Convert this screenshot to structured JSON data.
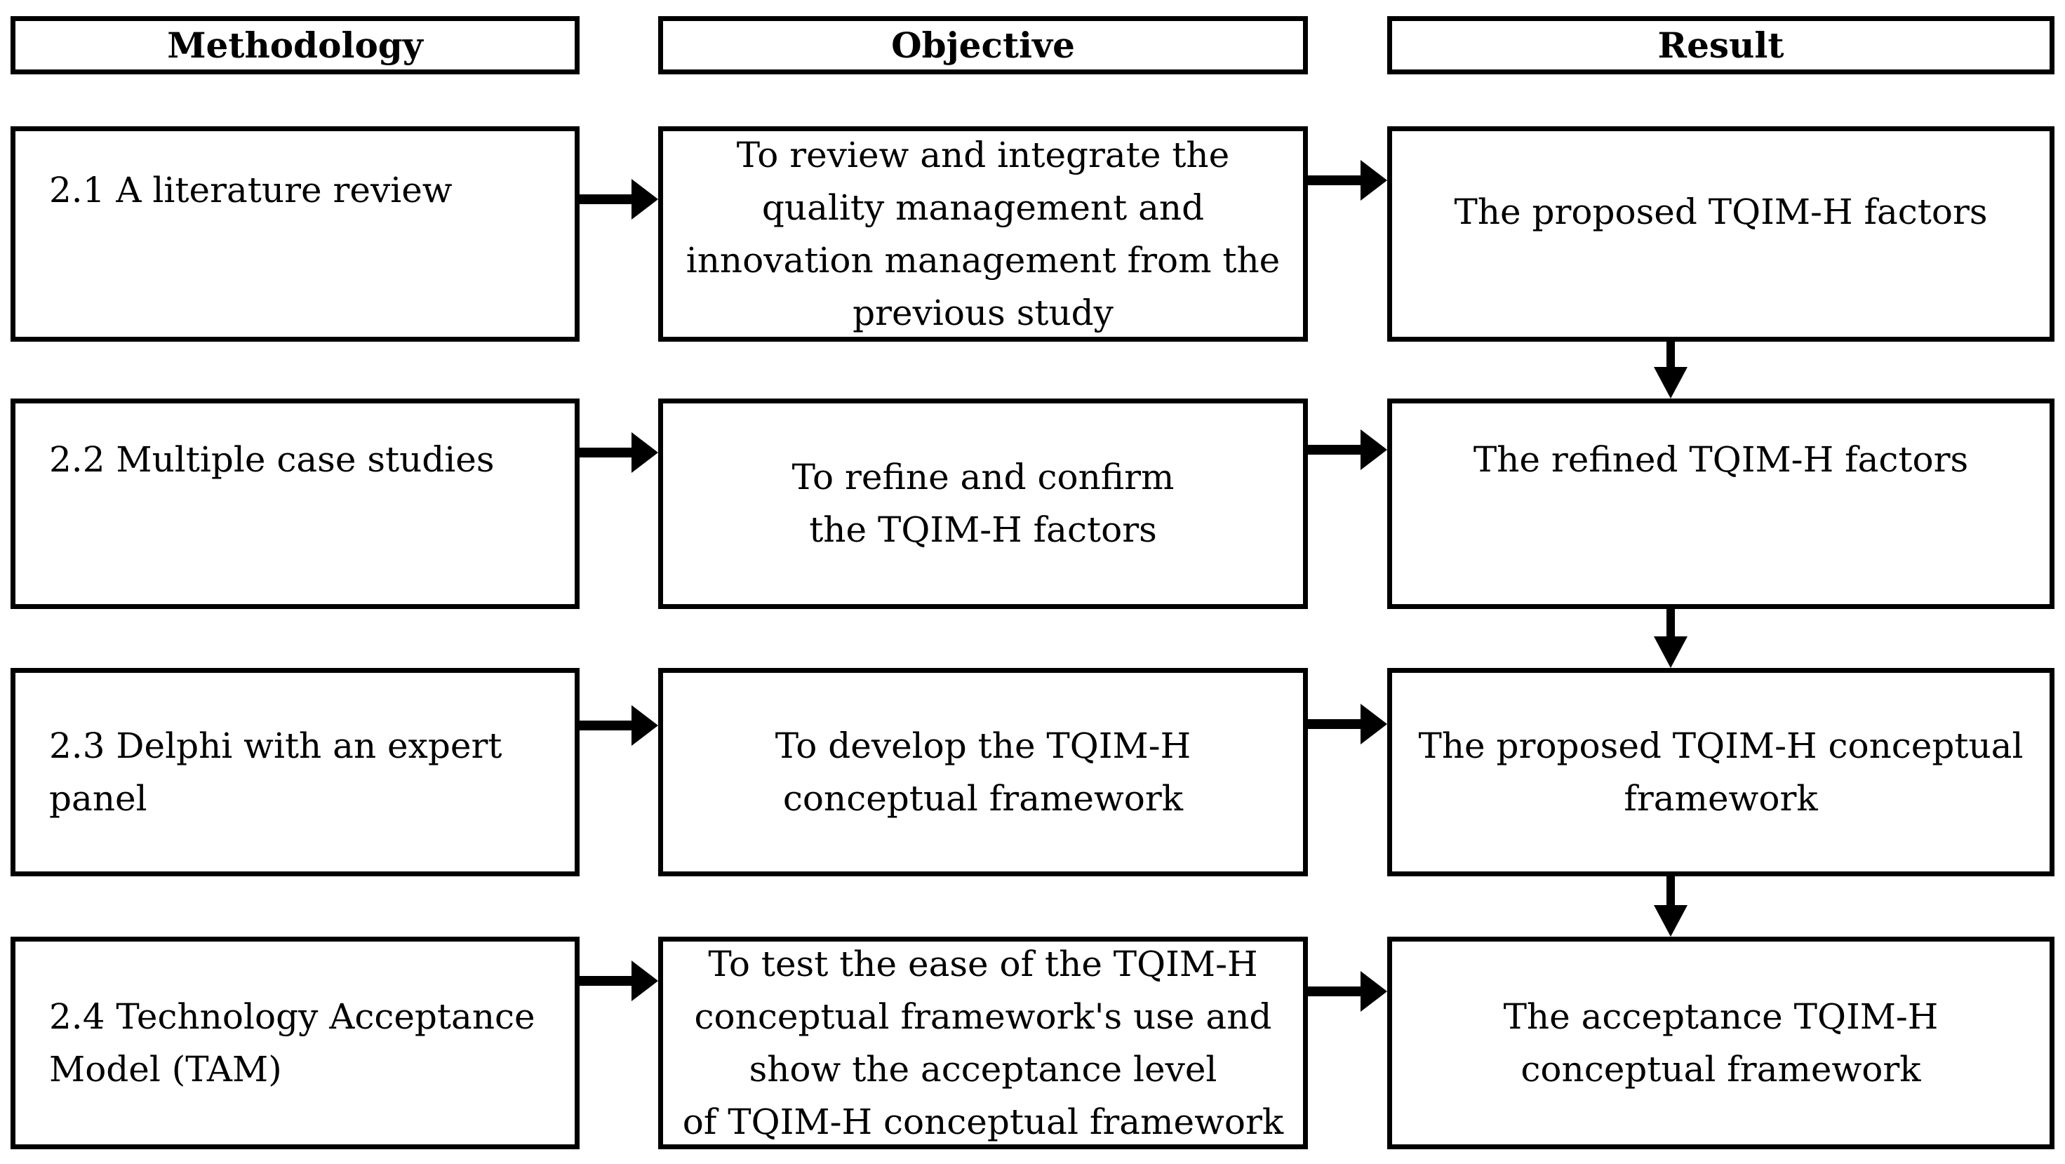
{
  "figure": {
    "columns": [
      "Methodology",
      "Objective",
      "Result"
    ],
    "steps": [
      {
        "methodology": "2.1 A literature review",
        "objective": "To review and integrate the\nquality management and\ninnovation management from the\nprevious study",
        "result": "The proposed TQIM-H factors"
      },
      {
        "methodology": "2.2 Multiple case studies",
        "objective": "To refine and confirm\nthe TQIM-H factors",
        "result": "The refined TQIM-H factors"
      },
      {
        "methodology": "2.3 Delphi with an expert\npanel",
        "objective": "To develop the TQIM-H\nconceptual framework",
        "result": "The proposed TQIM-H conceptual\nframework"
      },
      {
        "methodology": "2.4 Technology Acceptance\nModel (TAM)",
        "objective": "To test the ease of the TQIM-H\nconceptual framework's use and\nshow the acceptance level\nof TQIM-H conceptual framework",
        "result": "The acceptance TQIM-H\nconceptual framework"
      }
    ],
    "colors": {
      "line": "#000000",
      "background": "#ffffff",
      "text": "#000000"
    }
  }
}
